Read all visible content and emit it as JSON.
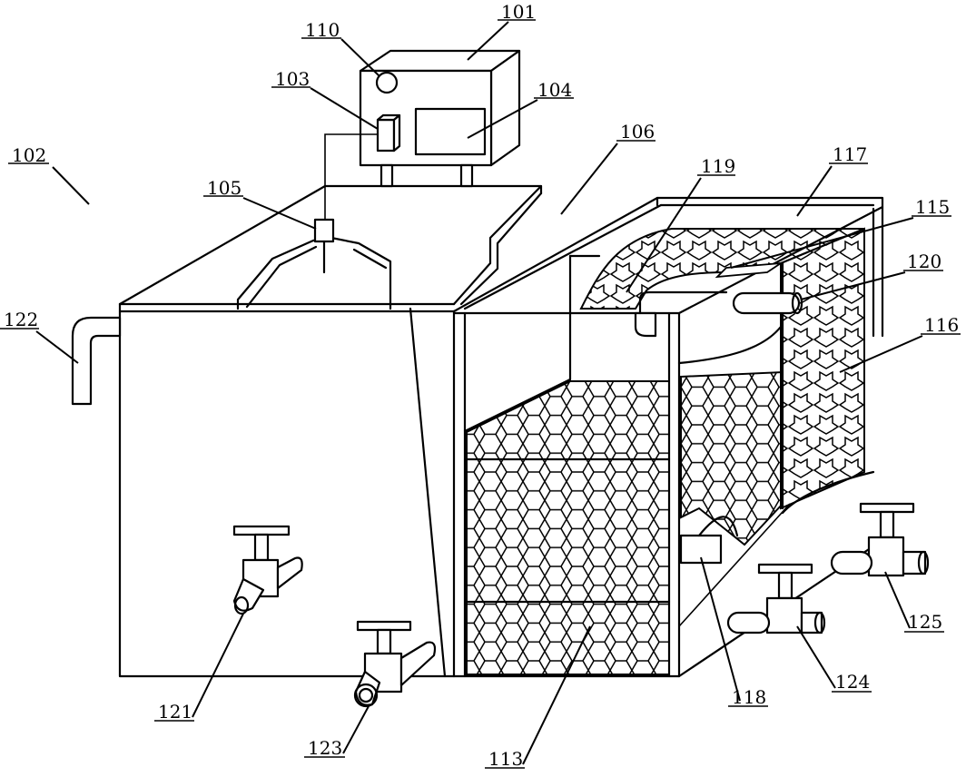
{
  "labels": {
    "l101": "101",
    "l102": "102",
    "l103": "103",
    "l104": "104",
    "l105": "105",
    "l106": "106",
    "l110": "110",
    "l113": "113",
    "l115": "115",
    "l116": "116",
    "l117": "117",
    "l118": "118",
    "l119": "119",
    "l120": "120",
    "l121": "121",
    "l122": "122",
    "l123": "123",
    "l124": "124",
    "l125": "125"
  }
}
